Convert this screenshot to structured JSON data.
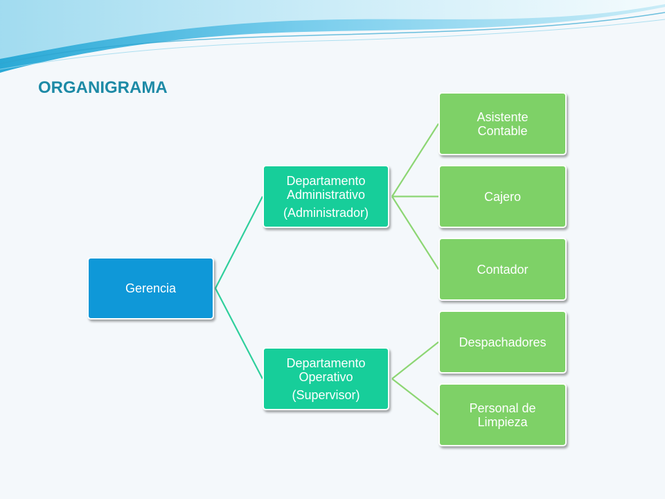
{
  "title": "ORGANIGRAMA",
  "colors": {
    "root": "#0f98d8",
    "department": "#17ce9a",
    "role": "#7ed167",
    "connector_root": "#2fcf9c",
    "connector_role": "#8cd673",
    "title": "#1d8aa6"
  },
  "root": {
    "label": "Gerencia"
  },
  "departments": [
    {
      "line1": "Departamento Administrativo",
      "line2": "(Administrador)",
      "roles": [
        "Asistente Contable",
        "Cajero",
        "Contador"
      ]
    },
    {
      "line1": "Departamento Operativo",
      "line2": "(Supervisor)",
      "roles": [
        "Despachadores",
        "Personal de Limpieza"
      ]
    }
  ]
}
